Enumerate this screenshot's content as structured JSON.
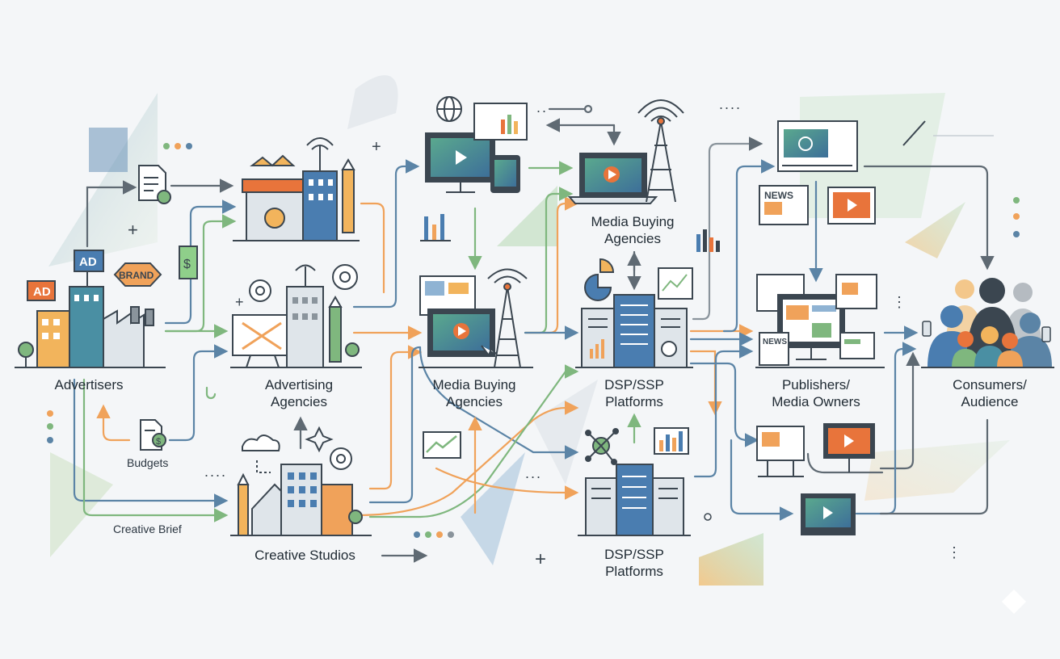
{
  "colors": {
    "blue": "#5b84a6",
    "green": "#7fb77e",
    "orange": "#f0a25a",
    "gray": "#8a949c",
    "ink": "#3b4650",
    "teal": "#4a8fa3",
    "red": "#e8743b"
  },
  "nodes": {
    "advertisers": "Advertisers",
    "advertising_agencies": "Advertising\nAgencies",
    "creative_studios": "Creative Studios",
    "media_buying_agencies_top": "Media Buying\nAgencies",
    "media_buying_agencies_mid": "Media Buying\nAgencies",
    "dsp_ssp_mid": "DSP/SSP\nPlatforms",
    "dsp_ssp_bottom": "DSP/SSP\nPlatforms",
    "publishers": "Publishers/\nMedia Owners",
    "consumers": "Consumers/\nAudience"
  },
  "annotations": {
    "budgets": "Budgets",
    "creative_brief": "Creative Brief"
  },
  "icon_text": {
    "ad_sign_1": "AD",
    "ad_sign_2": "AD",
    "brand_badge": "BRAND",
    "news_1": "NEWS",
    "news_2": "NEWS",
    "dollar_1": "$",
    "dollar_2": "$"
  }
}
